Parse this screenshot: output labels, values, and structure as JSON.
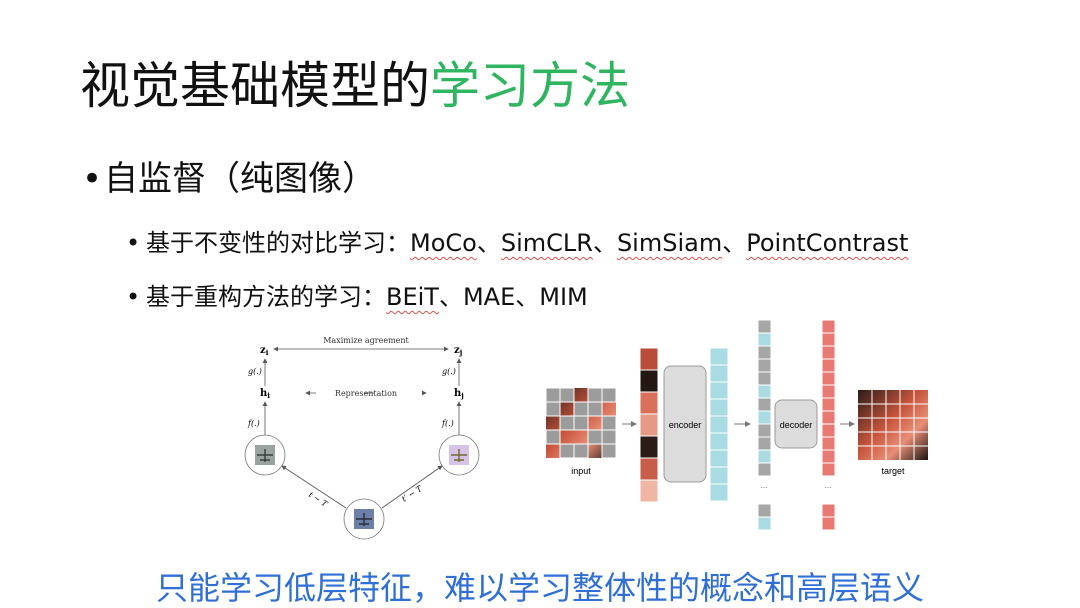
{
  "slide": {
    "title_prefix": "视觉基础模型的",
    "title_highlight": "学习方法",
    "bullet1": "自监督（纯图像）",
    "sub1_prefix": "基于不变性的对比学习：",
    "sub1_items": [
      "MoCo",
      "SimCLR",
      "SimSiam",
      "PointContrast"
    ],
    "sub2_prefix": "基于重构方法的学习：",
    "sub2_items": [
      "BEiT",
      "MAE",
      "MIM"
    ],
    "separator": "、",
    "conclusion": "只能学习低层特征，难以学习整体性的概念和高层语义"
  },
  "simclr_figure": {
    "top_label": "Maximize agreement",
    "mid_label": "Representation",
    "z_left": "z",
    "z_left_sub": "i",
    "z_right": "z",
    "z_right_sub": "j",
    "h_left": "h",
    "h_left_sub": "i",
    "h_right": "h",
    "h_right_sub": "j",
    "g_left": "g(.)",
    "g_right": "g(.)",
    "f_left": "f(.)",
    "f_right": "f(.)",
    "t_left": "t ~ T",
    "t_right": "t′ ~ T"
  },
  "mae_figure": {
    "input_label": "input",
    "encoder_label": "encoder",
    "decoder_label": "decoder",
    "target_label": "target",
    "ellipsis": "..."
  },
  "colors": {
    "highlight": "#2fb560",
    "conclusion": "#2f6fd6",
    "encoder_token": "#a9dbe2",
    "decoder_token": "#e77b74",
    "mask_token": "#a6a6a6",
    "block_fill": "#dcdcdc"
  }
}
